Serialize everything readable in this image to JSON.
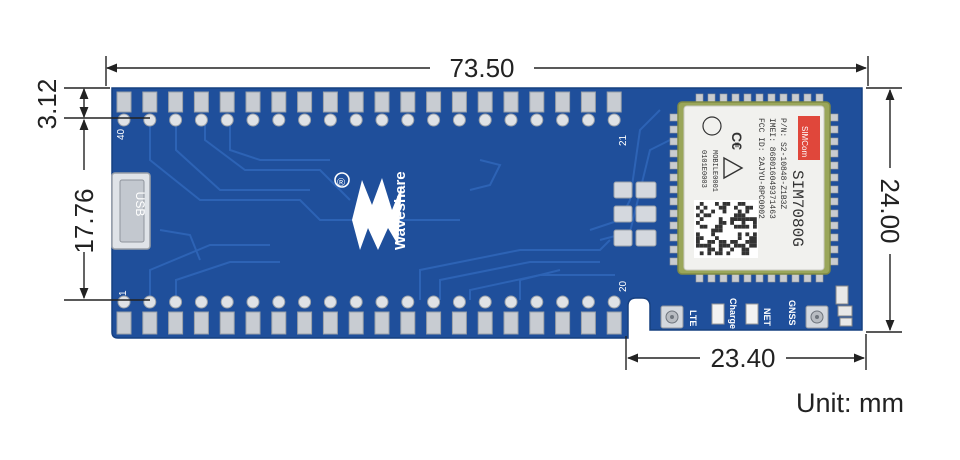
{
  "dimensions": {
    "width_top": "73.50",
    "pin_offset": "3.12",
    "usb_offset": "17.76",
    "height_right": "24.00",
    "module_width": "23.40"
  },
  "unit_label": "Unit: mm",
  "board": {
    "pin_top_left": "40",
    "pin_top_right": "21",
    "pin_bottom_left": "1",
    "pin_bottom_right": "20",
    "usb_label": "USB",
    "brand": "Waveshare",
    "registered_mark": "®"
  },
  "module": {
    "name": "SIM7080G",
    "maker": "SIMCom",
    "lines": [
      "P/N: S2-10848-Z1B3Z",
      "IMEI: 868016049371463",
      "FCC ID: 2AJYU-8PC0002"
    ],
    "code1": "MOBILE0001",
    "code2": "0101E0003"
  },
  "leds": {
    "lte": "LTE",
    "charge": "Charge",
    "net": "NET",
    "gnss": "GNSS"
  },
  "colors": {
    "board_blue": "#1f4f9b",
    "trace_blue": "#2a5eae",
    "pad_gray": "#c8ccd2",
    "module_green": "#9aa65a",
    "dim_line": "#222222"
  }
}
